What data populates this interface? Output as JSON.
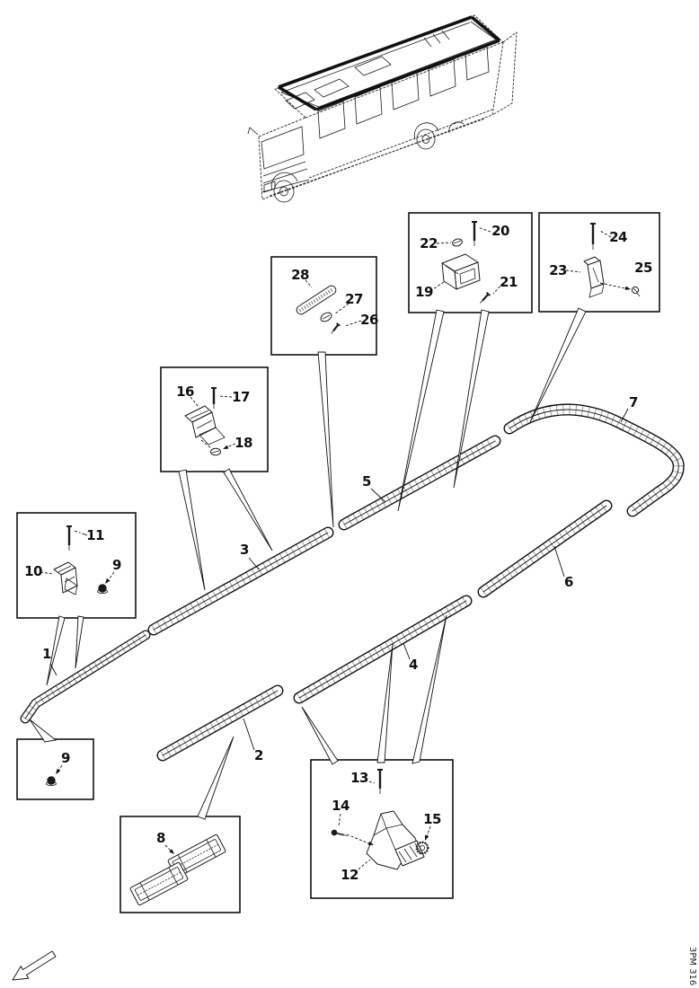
{
  "page": {
    "paper_color": "#ffffff",
    "ink_color": "#1a1a1a",
    "page_code": "3PM 316"
  },
  "callouts": {
    "c1": "1",
    "c2": "2",
    "c3": "3",
    "c4": "4",
    "c5": "5",
    "c6": "6",
    "c7": "7",
    "c8": "8",
    "c9": "9",
    "c10": "10",
    "c11": "11",
    "c12": "12",
    "c13": "13",
    "c14": "14",
    "c15": "15",
    "c16": "16",
    "c17": "17",
    "c18": "18",
    "c19": "19",
    "c20": "20",
    "c21": "21",
    "c22": "22",
    "c23": "23",
    "c24": "24",
    "c25": "25",
    "c26": "26",
    "c27": "27",
    "c28": "28"
  }
}
